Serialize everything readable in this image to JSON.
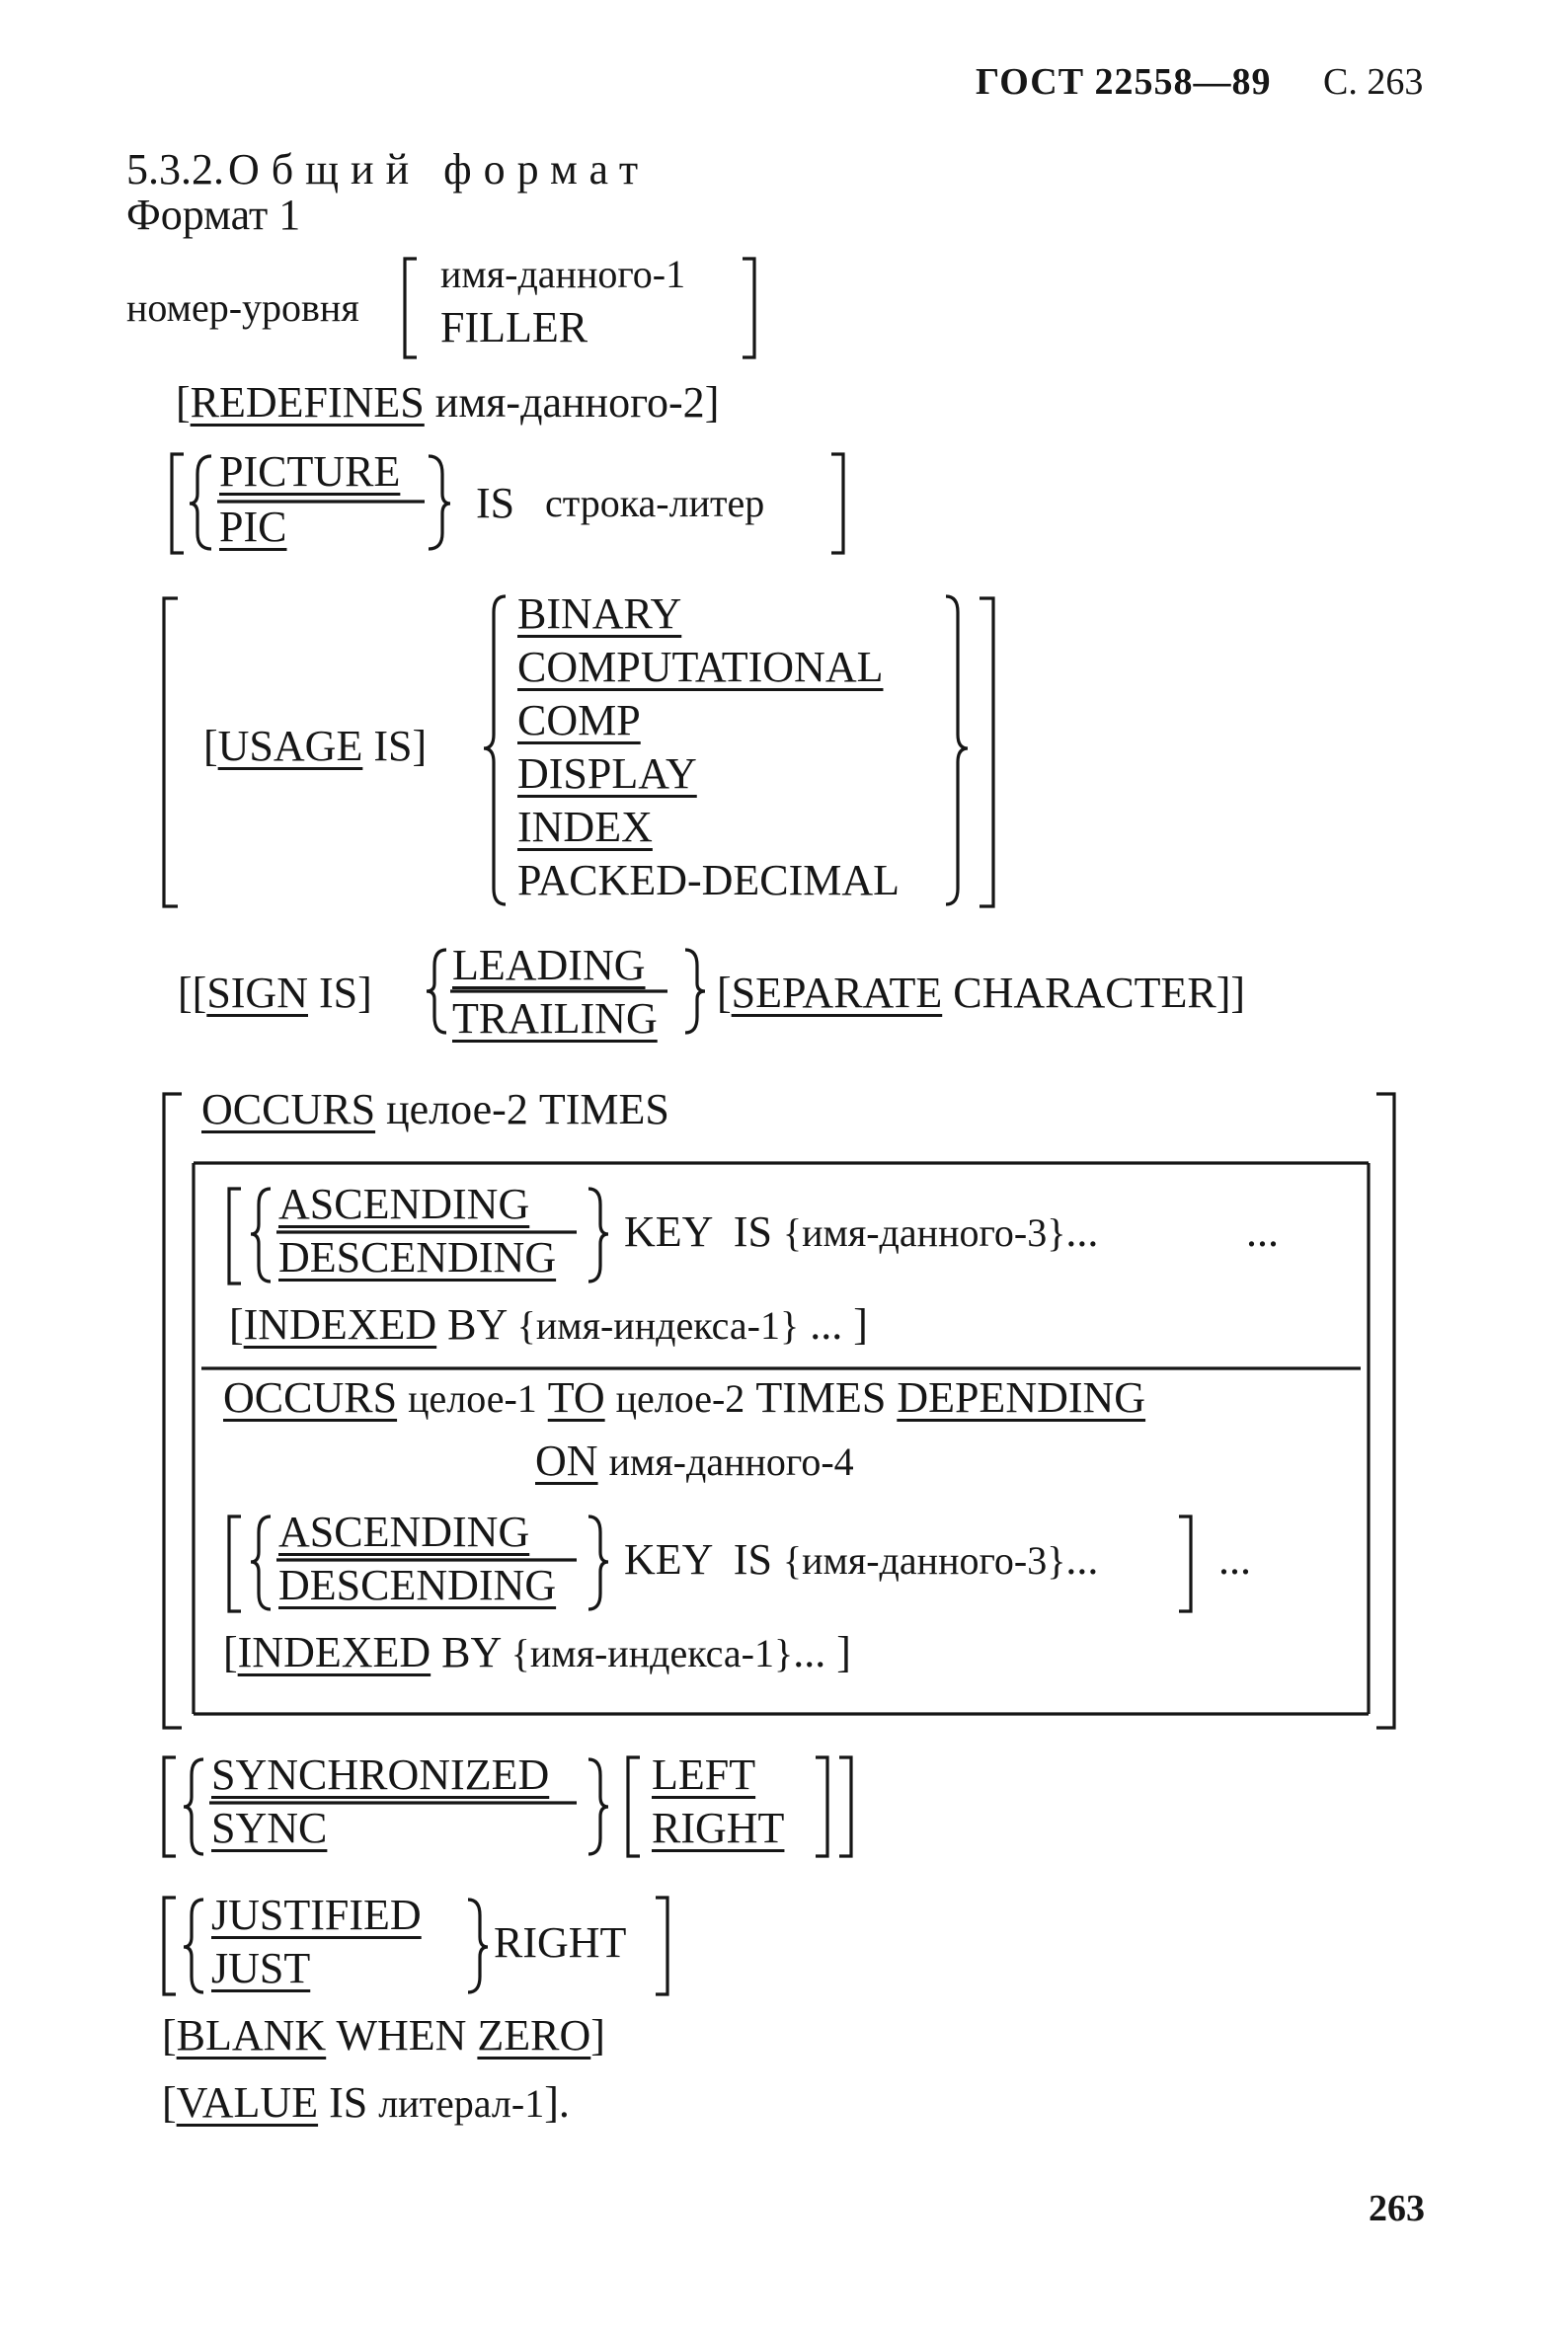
{
  "header": {
    "standard": "ГОСТ 22558—89",
    "page_label": "С. 263"
  },
  "section": {
    "number": "5.3.2.",
    "title": "Общий формат"
  },
  "format": {
    "label": "Формат 1"
  },
  "clauses": {
    "level": {
      "name": "номер-уровня",
      "opt1": "имя-данного-1",
      "opt2": "FILLER"
    },
    "redefines": {
      "kw": "REDEFINES",
      "arg": "имя-данного-2",
      "open": "[",
      "close": "]"
    },
    "picture": {
      "kw1": "PICTURE",
      "kw2": "PIC",
      "is": "IS",
      "arg": "строка-литер"
    },
    "usage": {
      "kw": "USAGE",
      "is": "IS",
      "open": "[",
      "close": "]",
      "options": [
        "BINARY",
        "COMPUTATIONAL",
        "COMP",
        "DISPLAY",
        "INDEX",
        "PACKED-DECIMAL"
      ]
    },
    "sign": {
      "open": "[[",
      "kw": "SIGN",
      "is": "IS]",
      "opt1": "LEADING",
      "opt2": "TRAILING",
      "sep": "SEPARATE",
      "char": "CHARACTER",
      "close": "]]"
    },
    "occurs": {
      "line1": {
        "kw": "OCCURS",
        "arg": "целое-2",
        "times": "TIMES"
      },
      "key1": {
        "opt1": "ASCENDING",
        "opt2": "DESCENDING",
        "key": "KEY",
        "is": "IS",
        "arg": "{имя-данного-3}",
        "dots1": "...",
        "dots2": "..."
      },
      "indexed1": {
        "open": "[",
        "kw": "INDEXED",
        "by": "BY",
        "arg": "{имя-индекса-1}",
        "dots": "...",
        "close": "]"
      },
      "line2": {
        "kw": "OCCURS",
        "from": "целое-1",
        "to": "TO",
        "arg": "целое-2",
        "times": "TIMES",
        "dep": "DEPENDING"
      },
      "line2b": {
        "on": "ON",
        "arg": "имя-данного-4"
      },
      "key2": {
        "opt1": "ASCENDING",
        "opt2": "DESCENDING",
        "key": "KEY",
        "is": "IS",
        "arg": "{имя-данного-3}",
        "dots1": "...",
        "dots2": "..."
      },
      "indexed2": {
        "open": "[",
        "kw": "INDEXED",
        "by": "BY",
        "arg": "{имя-индекса-1}",
        "dots": "...",
        "close": "]"
      }
    },
    "sync": {
      "opt1": "SYNCHRONIZED",
      "opt2": "SYNC",
      "opt3": "LEFT",
      "opt4": "RIGHT"
    },
    "justified": {
      "opt1": "JUSTIFIED",
      "opt2": "JUST",
      "right": "RIGHT"
    },
    "blank": {
      "open": "[",
      "kw": "BLANK",
      "when": "WHEN",
      "zero": "ZERO",
      "close": "]"
    },
    "value": {
      "open": "[",
      "kw": "VALUE",
      "is": "IS",
      "arg": "литерал-1",
      "close": "]."
    }
  },
  "footer": {
    "page_number": "263"
  }
}
